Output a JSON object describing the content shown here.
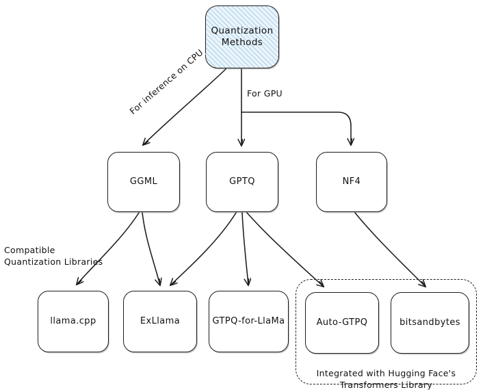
{
  "diagram": {
    "title_node": {
      "label": "Quantization\nMethods"
    },
    "nodes": [
      {
        "id": "ggml",
        "label": "GGML"
      },
      {
        "id": "gptq",
        "label": "GPTQ"
      },
      {
        "id": "nf4",
        "label": "NF4"
      },
      {
        "id": "llamacpp",
        "label": "llama.cpp"
      },
      {
        "id": "exllama",
        "label": "ExLlama"
      },
      {
        "id": "gptqforllama",
        "label": "GTPQ-for-LlaMa"
      },
      {
        "id": "autogptq",
        "label": "Auto-GTPQ"
      },
      {
        "id": "bitsandbytes",
        "label": "bitsandbytes"
      }
    ],
    "edge_labels": {
      "cpu": "For inference on CPU",
      "gpu": "For GPU"
    },
    "annotations": {
      "compatible_libraries": "Compatible\nQuantization Libraries"
    },
    "group": {
      "caption": "Integrated with Hugging Face's\nTransformers Library"
    },
    "colors": {
      "stroke": "#1b1b1b",
      "root_fill": "#eaf4fb",
      "root_hatch": "#78b2d6",
      "background": "#ffffff",
      "text": "#101010"
    }
  }
}
